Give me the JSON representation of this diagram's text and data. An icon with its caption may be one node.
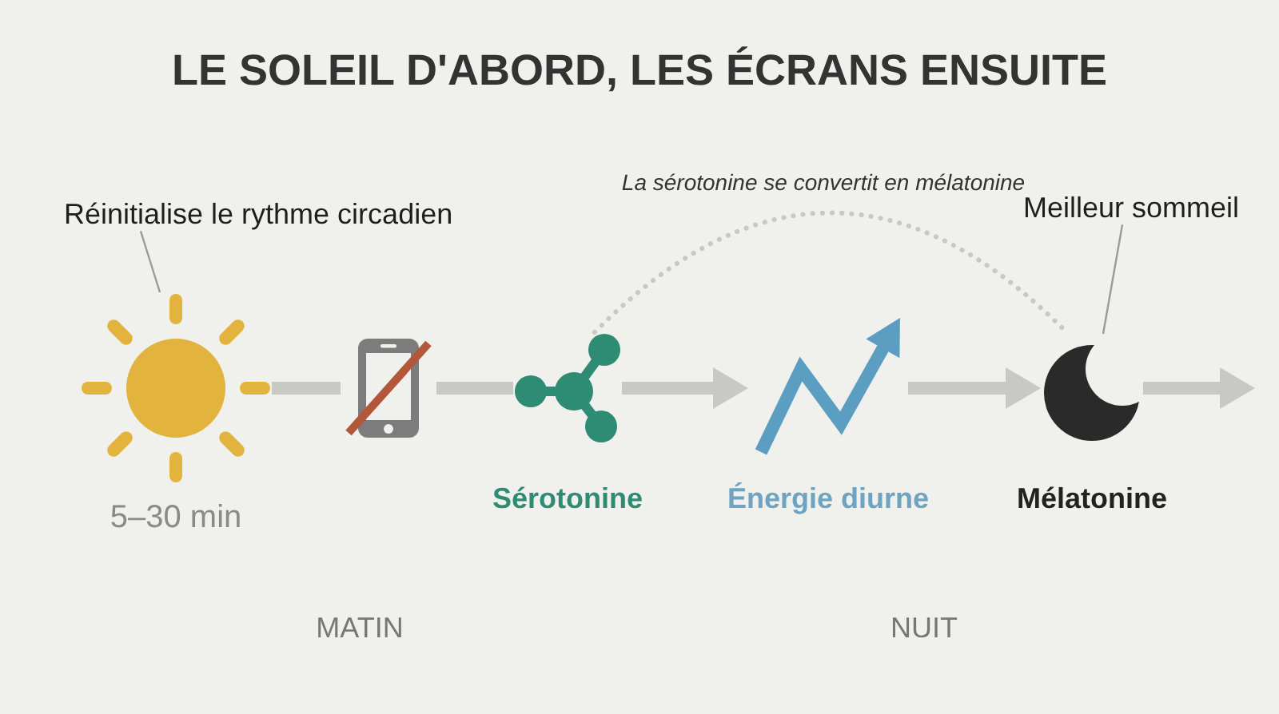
{
  "diagram": {
    "title": "LE SOLEIL D'ABORD, LES ÉCRANS ENSUITE",
    "nodes": [
      {
        "text": [
          "Réinitialise le rythme circadien"
        ]
      },
      {
        "text": [],
        "shape": "picture",
        "beside": [
          "5–30 min"
        ]
      },
      {
        "text": [],
        "shape": "picture"
      },
      {
        "text": [
          "Sérotonine"
        ]
      },
      {
        "text": [
          "Énergie diurne"
        ]
      },
      {
        "text": [
          "Meilleur sommeil"
        ]
      },
      {
        "text": [
          "Mélatonine"
        ]
      }
    ],
    "edges": [
      {
        "from": 0,
        "to": 1,
        "arrow": "none",
        "color": "#9a9a9a"
      },
      {
        "from": 1,
        "to": 2,
        "arrow": "none"
      },
      {
        "from": 2,
        "to": 3,
        "arrow": "none"
      },
      {
        "from": 3,
        "to": 4,
        "arrow": "to"
      },
      {
        "from": 4,
        "to": 6,
        "arrow": "to"
      },
      {
        "from": 6,
        "to": null,
        "arrow": "to"
      },
      {
        "from": 3,
        "to": 6,
        "arrow": "none",
        "style": "dashed",
        "label": "La sérotonine se convertit en mélatonine"
      },
      {
        "from": 5,
        "to": 6,
        "arrow": "none",
        "color": "#9a9a9a"
      }
    ],
    "labels": [
      "MATIN",
      "NUIT"
    ]
  }
}
